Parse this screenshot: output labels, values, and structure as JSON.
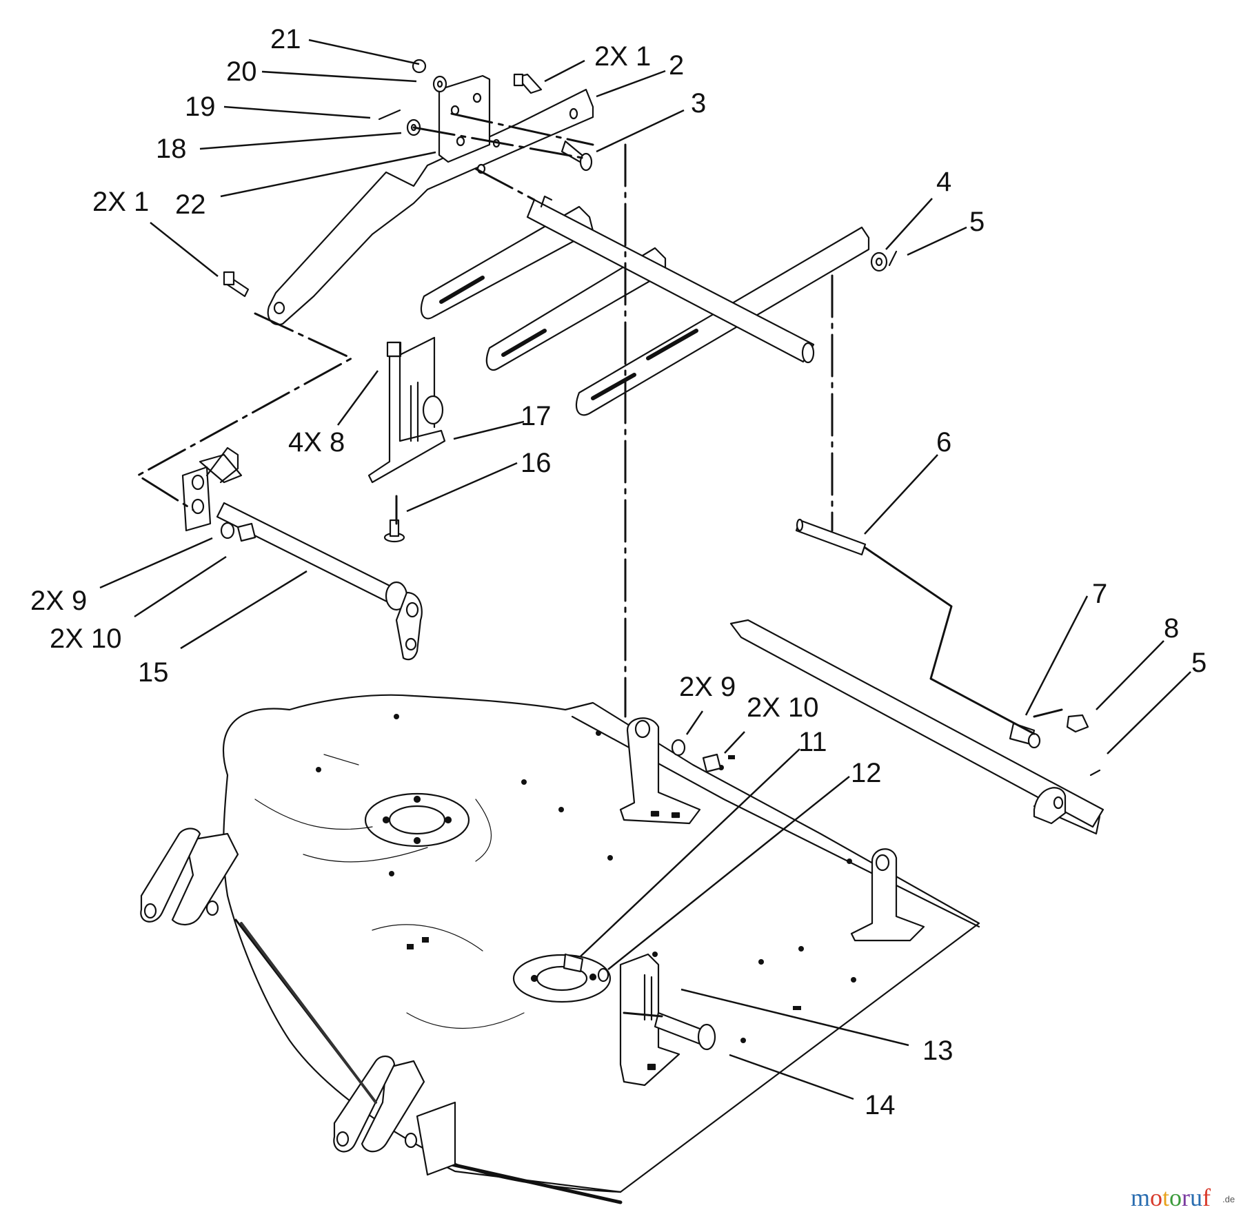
{
  "diagram": {
    "callouts": {
      "c21": "21",
      "c20": "20",
      "c19": "19",
      "c18": "18",
      "c22": "22",
      "c2x1_top": "2X 1",
      "c2": "2",
      "c3": "3",
      "c2x1_left": "2X 1",
      "c4": "4",
      "c5_top": "5",
      "c4x8": "4X 8",
      "c17": "17",
      "c16": "16",
      "c6": "6",
      "c2x9_left": "2X 9",
      "c2x10_left": "2X 10",
      "c15": "15",
      "c7": "7",
      "c8": "8",
      "c5_right": "5",
      "c2x9_mid": "2X 9",
      "c2x10_mid": "2X 10",
      "c11": "11",
      "c12": "12",
      "c13": "13",
      "c14": "14"
    },
    "watermark": {
      "brand": "motoruf",
      "suffix": ".de",
      "colors": [
        "#2a6db0",
        "#d83a2b",
        "#e8a21c",
        "#3a9a3a",
        "#7a3aa0",
        "#2a6db0",
        "#d83a2b"
      ]
    }
  }
}
